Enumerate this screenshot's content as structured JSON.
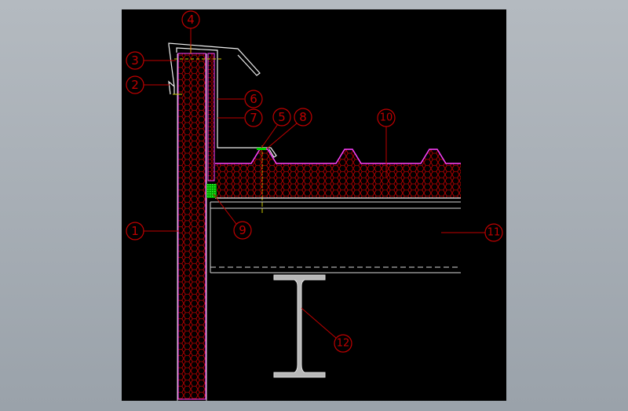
{
  "drawing": {
    "callouts": [
      {
        "id": "1",
        "label": "1"
      },
      {
        "id": "2",
        "label": "2"
      },
      {
        "id": "3",
        "label": "3"
      },
      {
        "id": "4",
        "label": "4"
      },
      {
        "id": "5",
        "label": "5"
      },
      {
        "id": "6",
        "label": "6"
      },
      {
        "id": "7",
        "label": "7"
      },
      {
        "id": "8",
        "label": "8"
      },
      {
        "id": "9",
        "label": "9"
      },
      {
        "id": "10",
        "label": "10"
      },
      {
        "id": "11",
        "label": "11"
      },
      {
        "id": "12",
        "label": "12"
      }
    ],
    "colors": {
      "background": "#000000",
      "insulation": "#c00000",
      "panel_edge": "#ff40ff",
      "steel": "#d8d8d8",
      "sealant": "#00c000",
      "guide": "#c8c800"
    }
  }
}
